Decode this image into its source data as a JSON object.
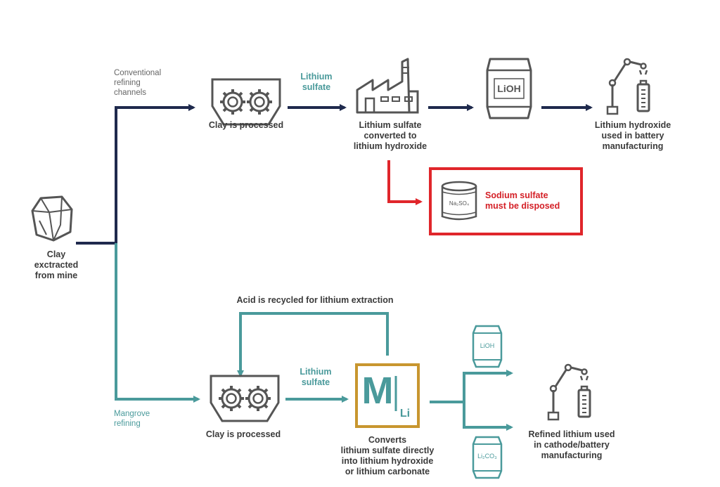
{
  "colors": {
    "navy": "#1f2a4d",
    "teal": "#4a9a9b",
    "red": "#e0262b",
    "gold": "#c8962f",
    "icon_gray": "#555555"
  },
  "nodes": {
    "clay_source": "Clay\nexctracted\nfrom mine",
    "conventional_branch": "Conventional\nrefining\nchannels",
    "mangrove_branch": "Mangrove\nrefining",
    "clay_processed_top": "Clay is processed",
    "lithium_sulfate_top": "Lithium\nsulfate",
    "factory_label": "Lithium sulfate\nconverted to\nlithium hydroxide",
    "lioh_barrel": "LiOH",
    "battery_top": "Lithium hydroxide\nused in battery\nmanufacturing",
    "sodium_sulfate": "Sodium sulfate\nmust be disposed",
    "na2so4_can": "Na₂SO₄",
    "acid_recycle": "Acid is recycled for lithium extraction",
    "clay_processed_bottom": "Clay is processed",
    "lithium_sulfate_bottom": "Lithium\nsulfate",
    "mangrove_logo_big": "M",
    "mangrove_logo_small": "Li",
    "mangrove_converts": "Converts\nlithium sulfate directly\ninto lithium hydroxide\nor lithium carbonate",
    "lioh_small_barrel": "LiOH",
    "li2co3_small_barrel": "Li₂CO₃",
    "battery_bottom": "Refined lithium used\nin cathode/battery\nmanufacturing"
  }
}
